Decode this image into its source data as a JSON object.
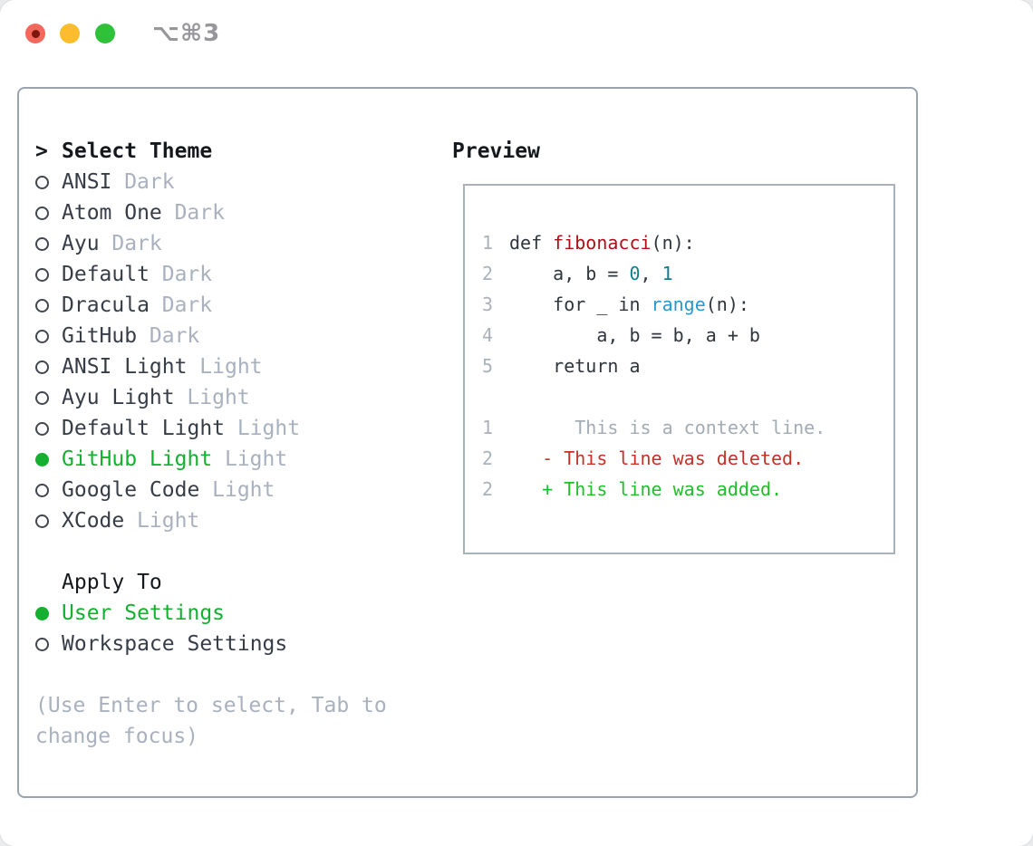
{
  "window": {
    "title": "⌥⌘3"
  },
  "colors": {
    "accent_green": "#14b02f",
    "diff_added_green": "#1fbf2a",
    "diff_deleted_red": "#c53225",
    "function_red": "#ac1016",
    "number_teal": "#0d7f88",
    "builtin_blue": "#2798d2",
    "muted_gray": "#a8b1bd",
    "text_dark": "#2f353c",
    "panel_border": "#9aa3b0"
  },
  "theme_picker": {
    "prompt_marker": ">",
    "heading": "Select Theme",
    "items": [
      {
        "name": "ANSI",
        "variant": "Dark",
        "selected": false
      },
      {
        "name": "Atom One",
        "variant": "Dark",
        "selected": false
      },
      {
        "name": "Ayu",
        "variant": "Dark",
        "selected": false
      },
      {
        "name": "Default",
        "variant": "Dark",
        "selected": false
      },
      {
        "name": "Dracula",
        "variant": "Dark",
        "selected": false
      },
      {
        "name": "GitHub",
        "variant": "Dark",
        "selected": false
      },
      {
        "name": "ANSI Light",
        "variant": "Light",
        "selected": false
      },
      {
        "name": "Ayu Light",
        "variant": "Light",
        "selected": false
      },
      {
        "name": "Default Light",
        "variant": "Light",
        "selected": false
      },
      {
        "name": "GitHub Light",
        "variant": "Light",
        "selected": true
      },
      {
        "name": "Google Code",
        "variant": "Light",
        "selected": false
      },
      {
        "name": "XCode",
        "variant": "Light",
        "selected": false
      }
    ]
  },
  "apply_to": {
    "heading": "Apply To",
    "options": [
      {
        "label": "User Settings",
        "selected": true
      },
      {
        "label": "Workspace Settings",
        "selected": false
      }
    ]
  },
  "hint": "(Use Enter to select, Tab to change focus)",
  "preview": {
    "heading": "Preview",
    "lines": [
      {
        "n": "1",
        "segs": [
          [
            "def ",
            "code"
          ],
          [
            "fibonacci",
            "func"
          ],
          [
            "(n):",
            "code"
          ]
        ]
      },
      {
        "n": "2",
        "segs": [
          [
            "    a, b = ",
            "code"
          ],
          [
            "0",
            "lit"
          ],
          [
            ", ",
            "code"
          ],
          [
            "1",
            "lit"
          ]
        ]
      },
      {
        "n": "3",
        "segs": [
          [
            "    for _ in ",
            "code"
          ],
          [
            "range",
            "builtin"
          ],
          [
            "(n):",
            "code"
          ]
        ]
      },
      {
        "n": "4",
        "segs": [
          [
            "        a, b = b, a + b",
            "code"
          ]
        ]
      },
      {
        "n": "5",
        "segs": [
          [
            "    return a",
            "code"
          ]
        ]
      },
      {
        "n": "",
        "segs": []
      },
      {
        "n": "1",
        "segs": [
          [
            "      This is a context line.",
            "context"
          ]
        ]
      },
      {
        "n": "2",
        "segs": [
          [
            "   - This line was deleted.",
            "deleted"
          ]
        ]
      },
      {
        "n": "2",
        "segs": [
          [
            "   + This line was added.",
            "added"
          ]
        ]
      }
    ]
  }
}
